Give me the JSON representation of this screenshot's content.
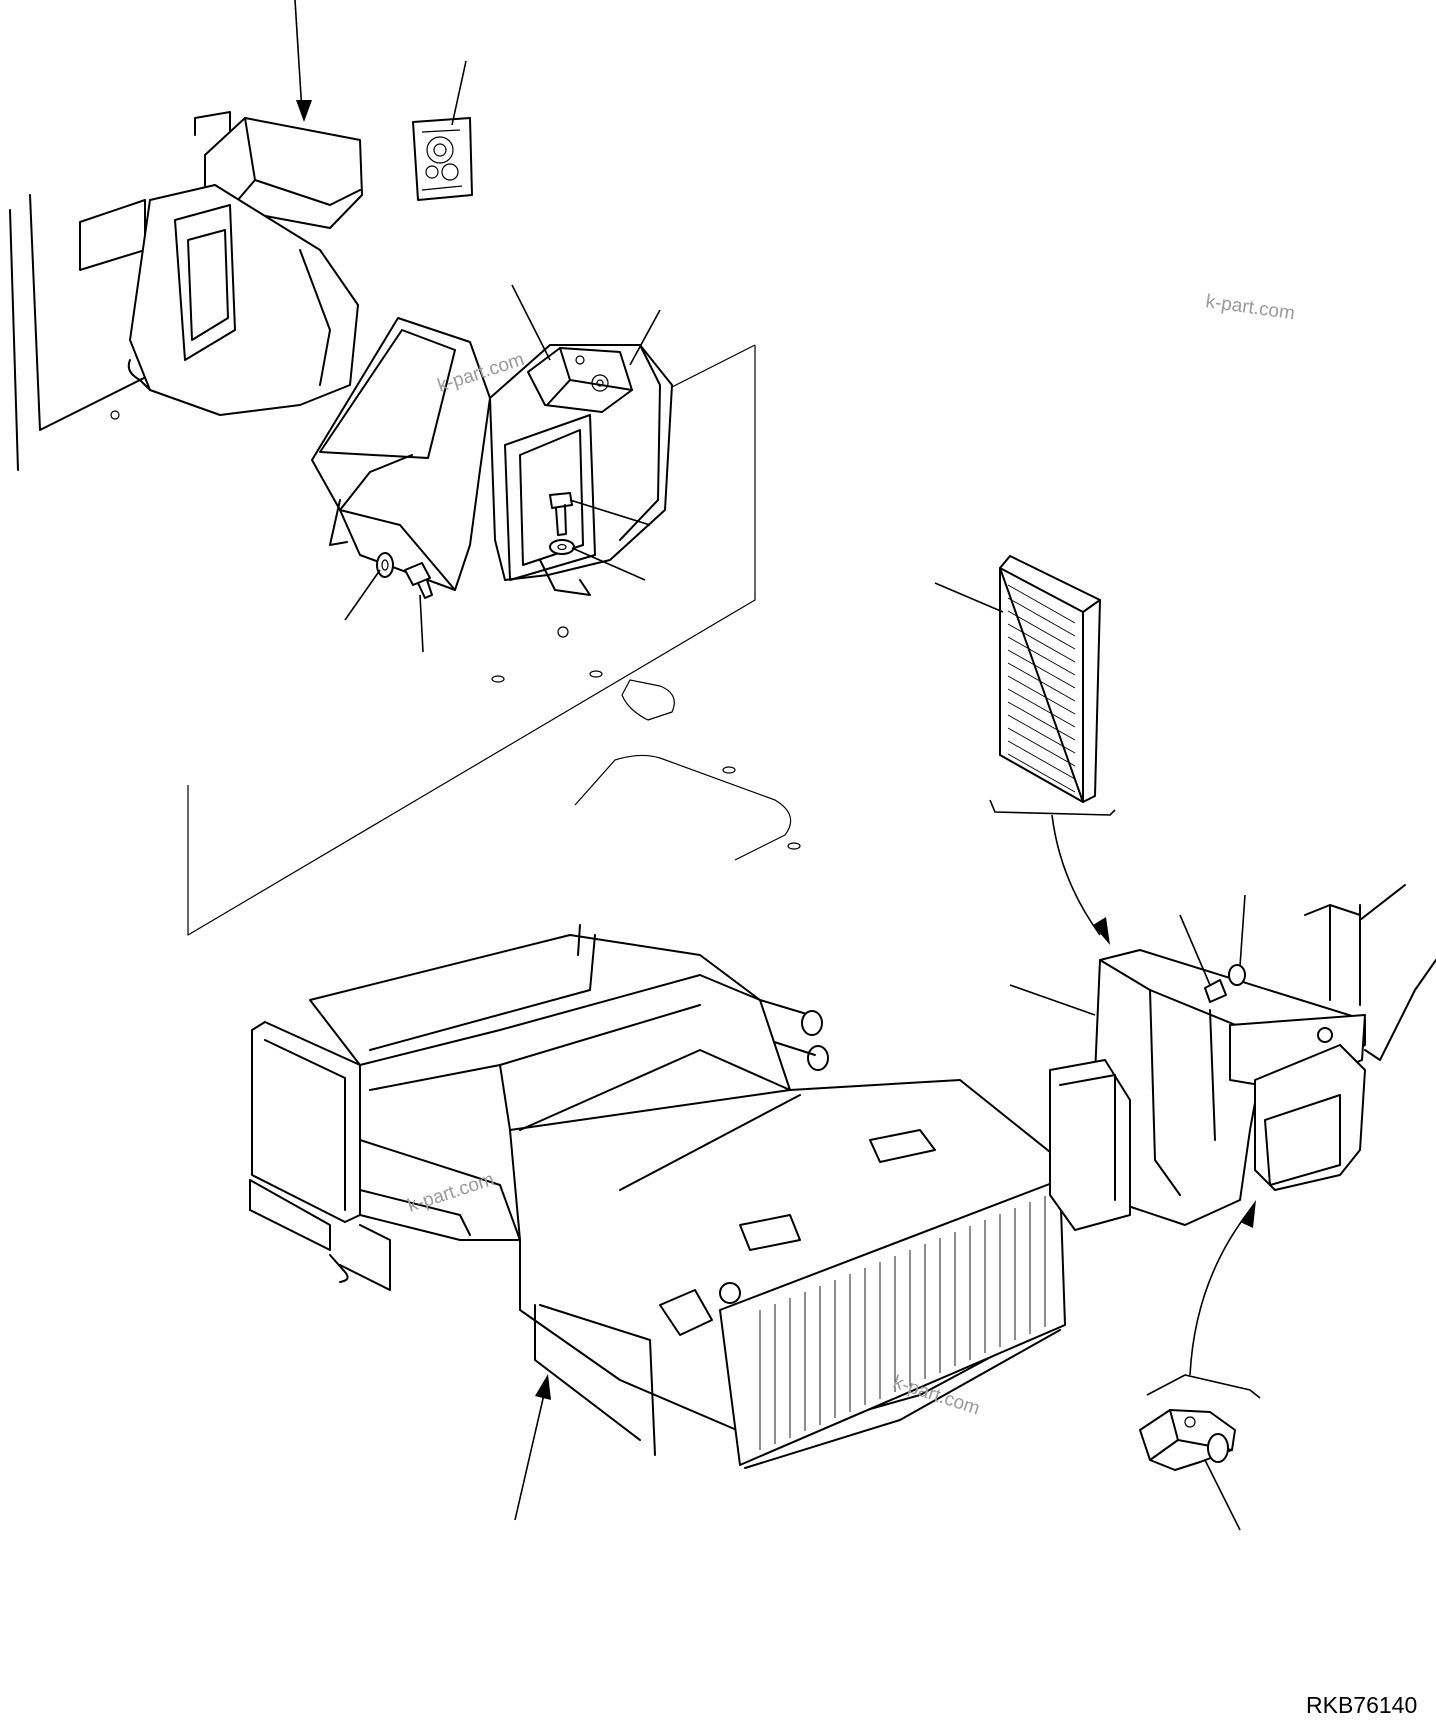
{
  "figure_number": "RKB76140",
  "watermark": "k-part.com",
  "colors": {
    "line": "#000000",
    "background": "#ffffff",
    "watermark": "#9a9a9a"
  },
  "parts": [
    {
      "id": "duct-upper",
      "icon": "air-duct-icon"
    },
    {
      "id": "vent-grille",
      "icon": "vent-grille-icon"
    },
    {
      "id": "blower-duct",
      "icon": "blower-duct-icon"
    },
    {
      "id": "actuator-upper",
      "icon": "actuator-icon"
    },
    {
      "id": "bolt",
      "icon": "bolt-icon"
    },
    {
      "id": "washer",
      "icon": "washer-icon"
    },
    {
      "id": "cabin-air-filter",
      "icon": "air-filter-icon"
    },
    {
      "id": "air-conditioner-unit",
      "icon": "hvac-unit-icon"
    },
    {
      "id": "blower-housing",
      "icon": "blower-housing-icon"
    },
    {
      "id": "mode-actuator",
      "icon": "servo-motor-icon"
    }
  ]
}
